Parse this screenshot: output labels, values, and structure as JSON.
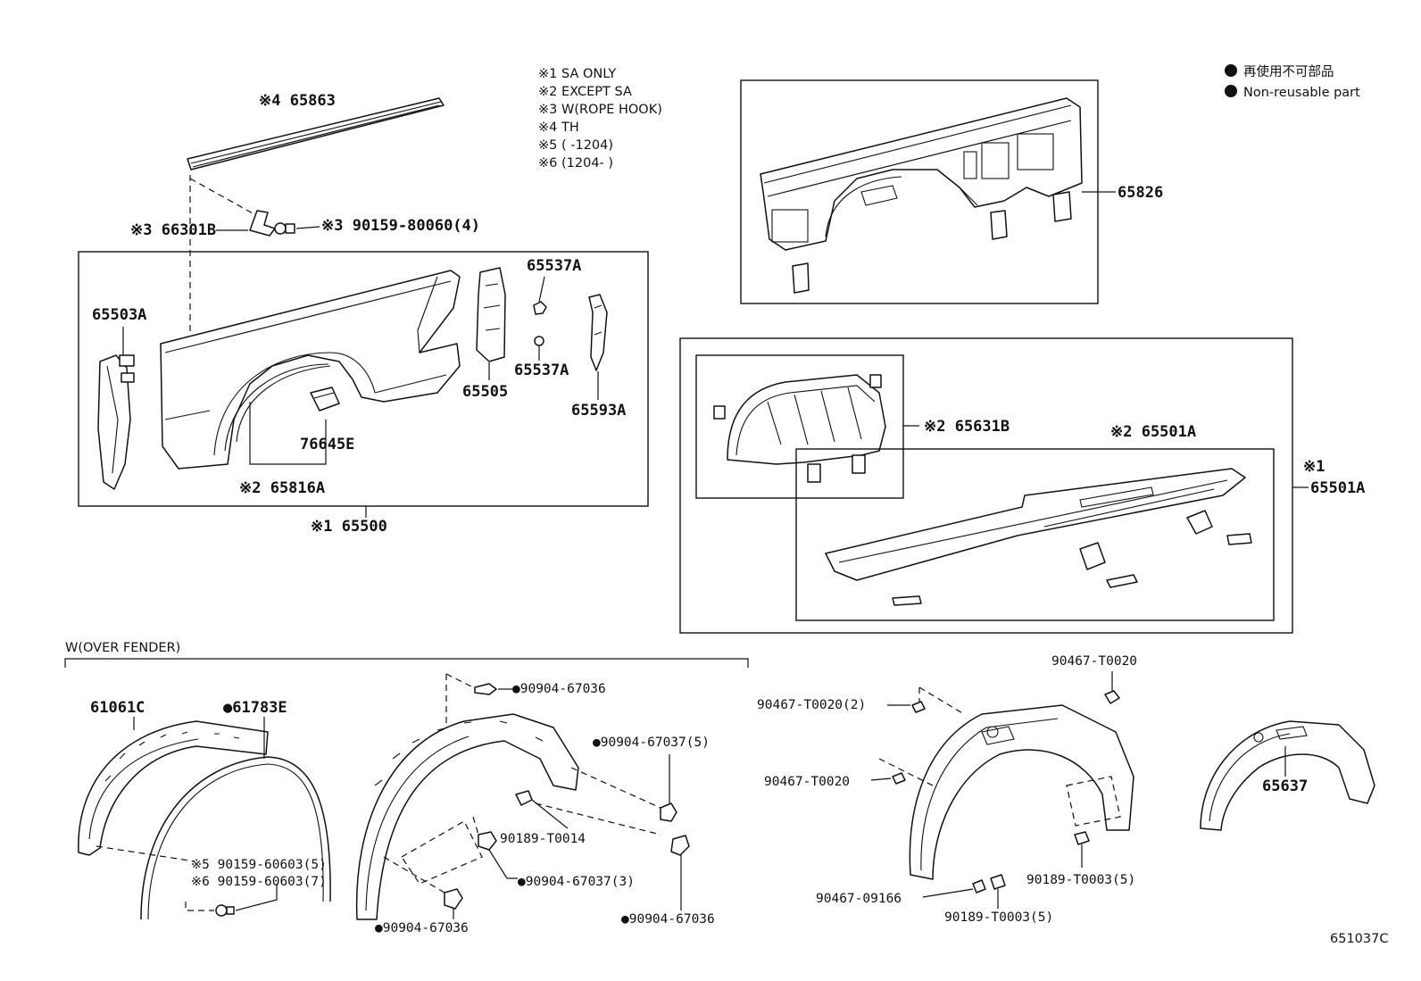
{
  "notes": [
    "※1 SA ONLY",
    "※2 EXCEPT SA",
    "※3 W(ROPE HOOK)",
    "※4 TH",
    "※5 (      -1204)",
    "※6 (1204-      )"
  ],
  "legend": {
    "jp": "再使用不可部品",
    "en": "Non-reusable part"
  },
  "section_label": "W(OVER FENDER)",
  "diagram_id": "651037C",
  "labels": {
    "p65863": "※4 65863",
    "p66301B": "※3 66301B",
    "p90159_80060": "※3 90159-80060(4)",
    "p65503A": "65503A",
    "p65537A_1": "65537A",
    "p65537A_2": "65537A",
    "p65505": "65505",
    "p65593A": "65593A",
    "p76645E": "76645E",
    "p65816A": "※2 65816A",
    "p65500": "※1 65500",
    "p65826": "65826",
    "p65631B": "※2 65631B",
    "p65501A_2": "※2 65501A",
    "p65501A_1_mark": "※1",
    "p65501A_1": "65501A",
    "p61061C": "61061C",
    "p61783E": "●61783E",
    "p90159_60603_5": "※5 90159-60603(5)",
    "p90159_60603_6": "※6 90159-60603(7)",
    "p90904_67036_a": "●90904-67036",
    "p90904_67037_5": "●90904-67037(5)",
    "p90189_T0014": "90189-T0014",
    "p90904_67037_3": "●90904-67037(3)",
    "p90904_67036_b": "●90904-67036",
    "p90904_67036_c": "●90904-67036",
    "p90467_T0020_top": "90467-T0020",
    "p90467_T0020_2": "90467-T0020(2)",
    "p90467_T0020_mid": "90467-T0020",
    "p90189_T0003_a": "90189-T0003(5)",
    "p90467_09166": "90467-09166",
    "p90189_T0003_b": "90189-T0003(5)",
    "p65637": "65637"
  }
}
